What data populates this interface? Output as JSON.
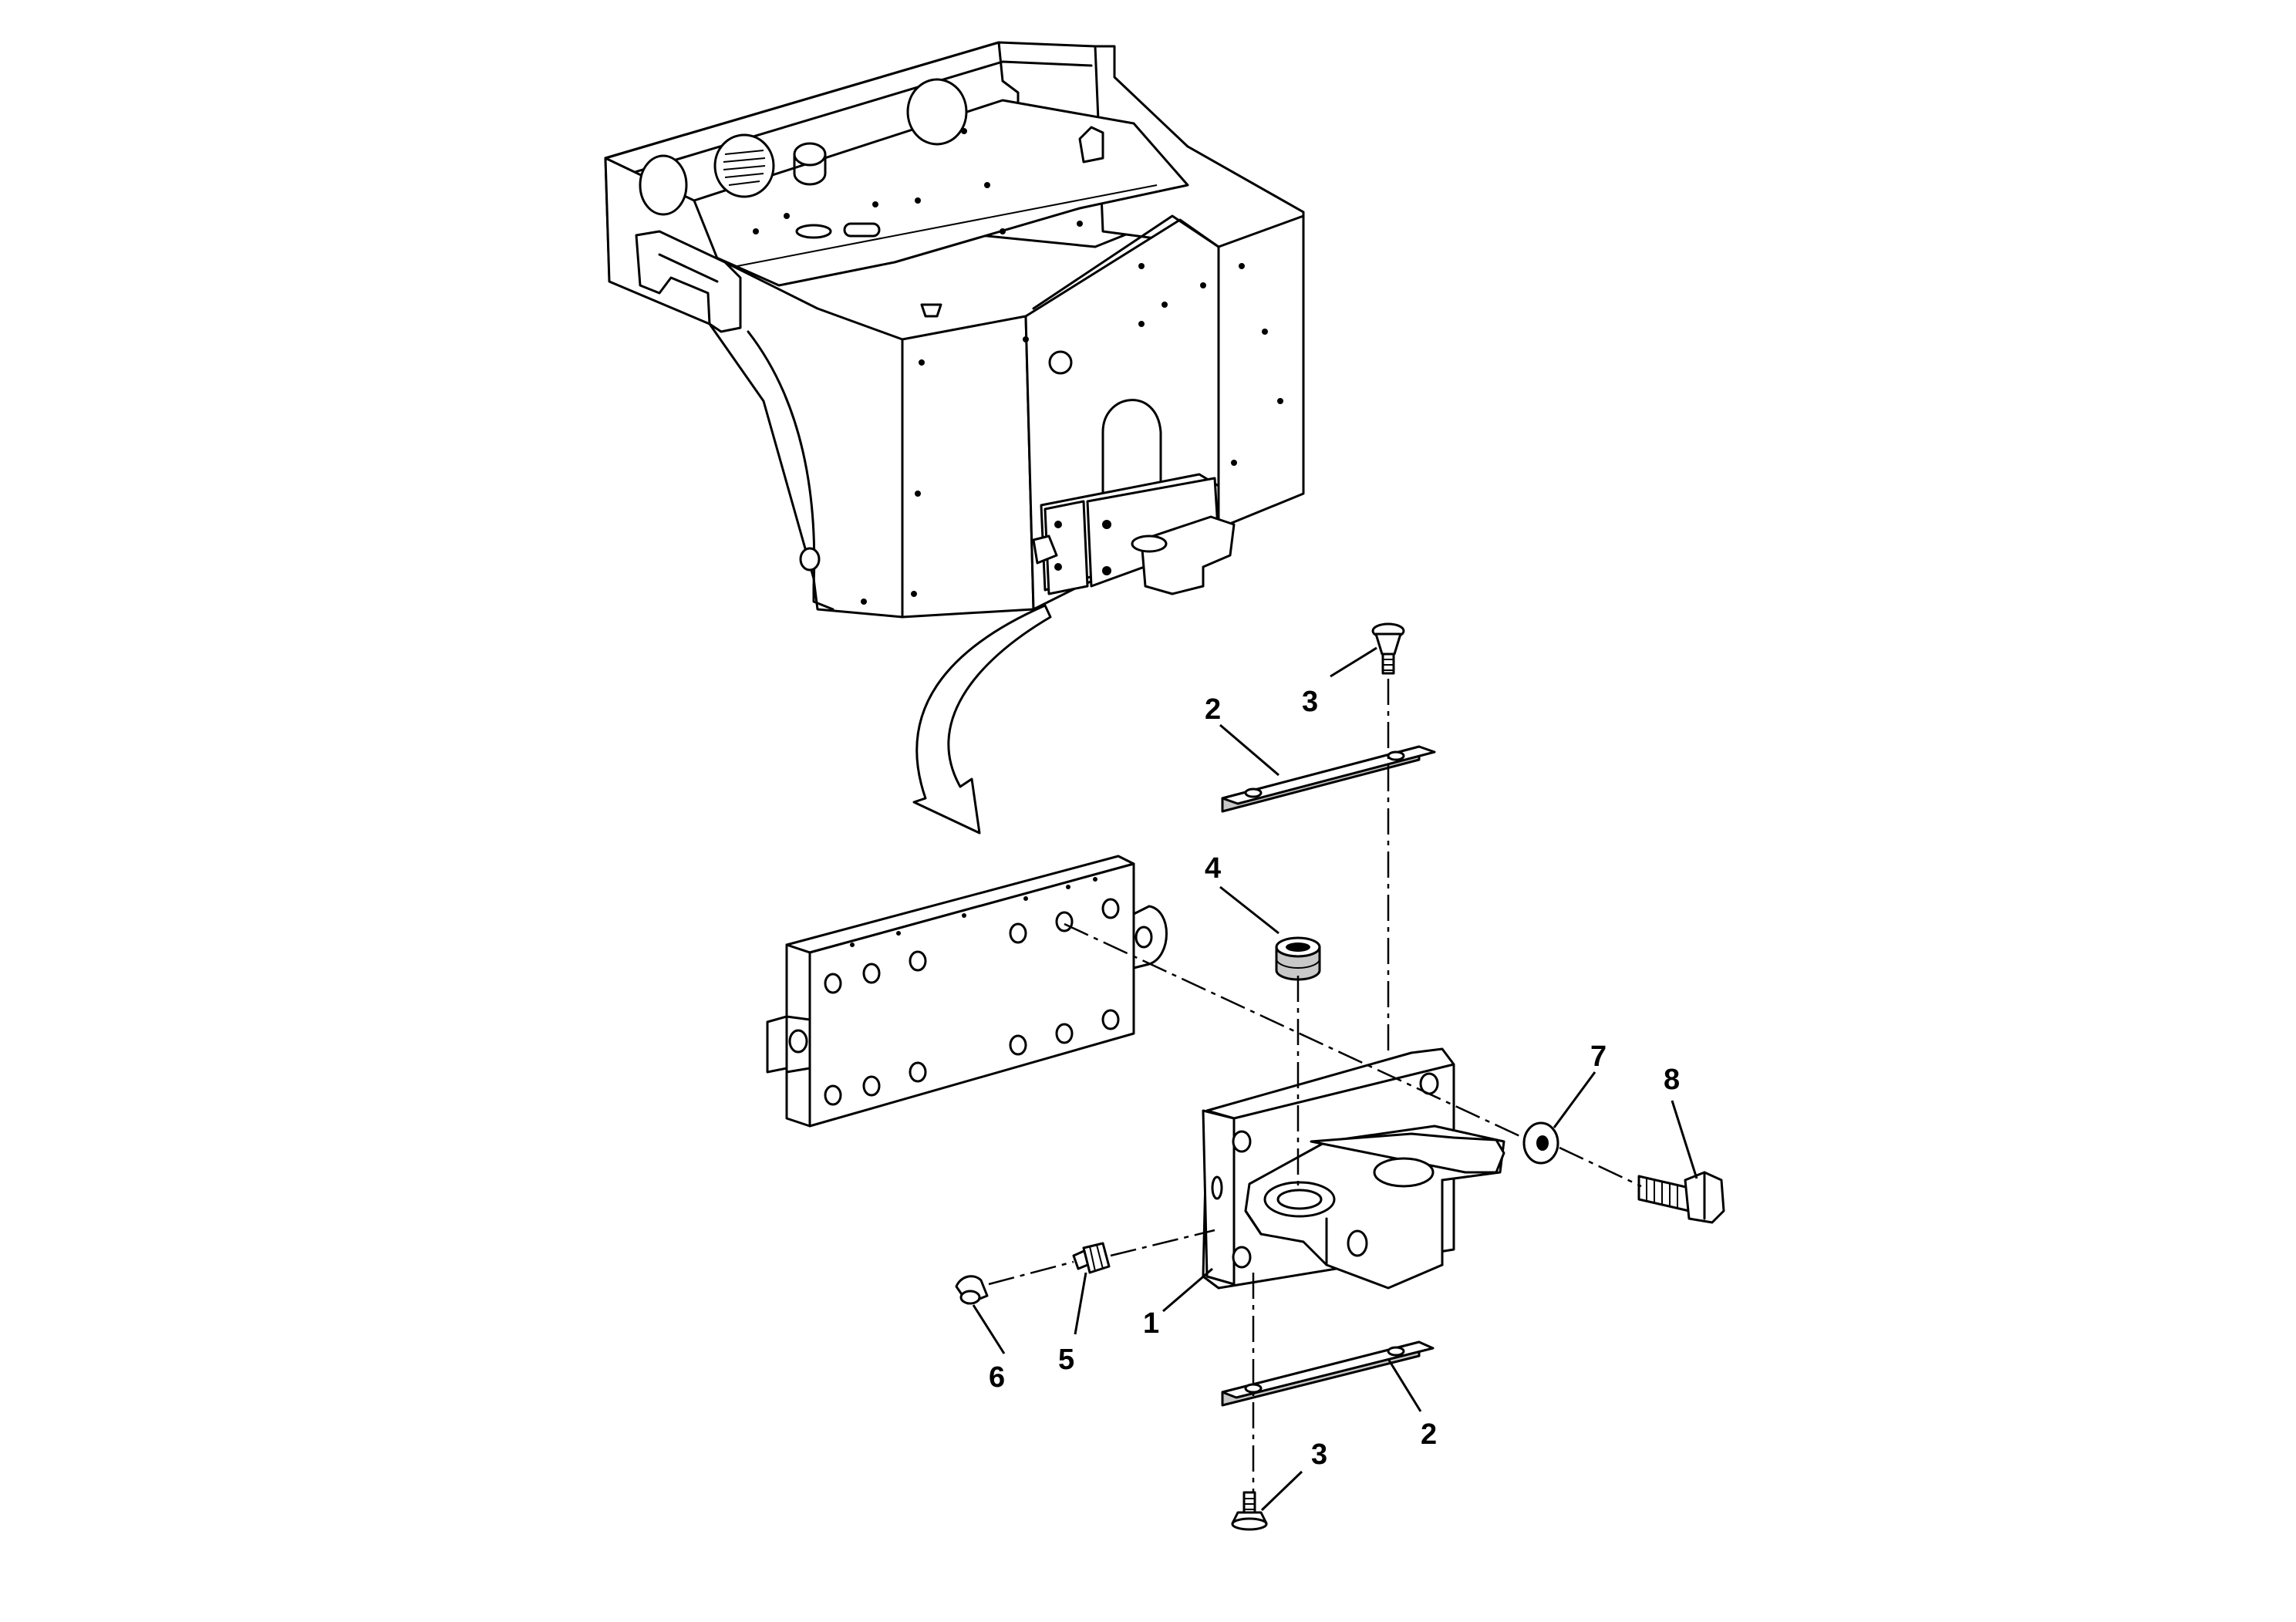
{
  "callouts": {
    "c1": "1",
    "c2a": "2",
    "c2b": "2",
    "c3a": "3",
    "c3b": "3",
    "c4": "4",
    "c5": "5",
    "c6": "6",
    "c7": "7",
    "c8": "8"
  }
}
